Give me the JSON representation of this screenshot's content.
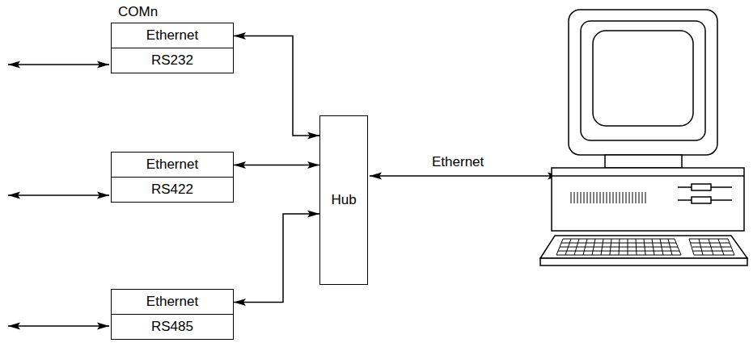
{
  "diagram": {
    "nodes": [
      {
        "text": [
          "COMn",
          "Ethernet",
          "RS232"
        ]
      },
      {
        "text": [
          "Ethernet",
          "RS422"
        ]
      },
      {
        "text": [
          "Ethernet",
          "RS485"
        ]
      },
      {
        "text": [
          "Hub"
        ]
      }
    ],
    "edges": [
      {
        "from": 0,
        "to": 3,
        "arrow": "both"
      },
      {
        "from": 1,
        "to": 3,
        "arrow": "both"
      },
      {
        "from": 2,
        "to": 3,
        "arrow": "both"
      }
    ],
    "labels": [
      "Ethernet"
    ]
  }
}
